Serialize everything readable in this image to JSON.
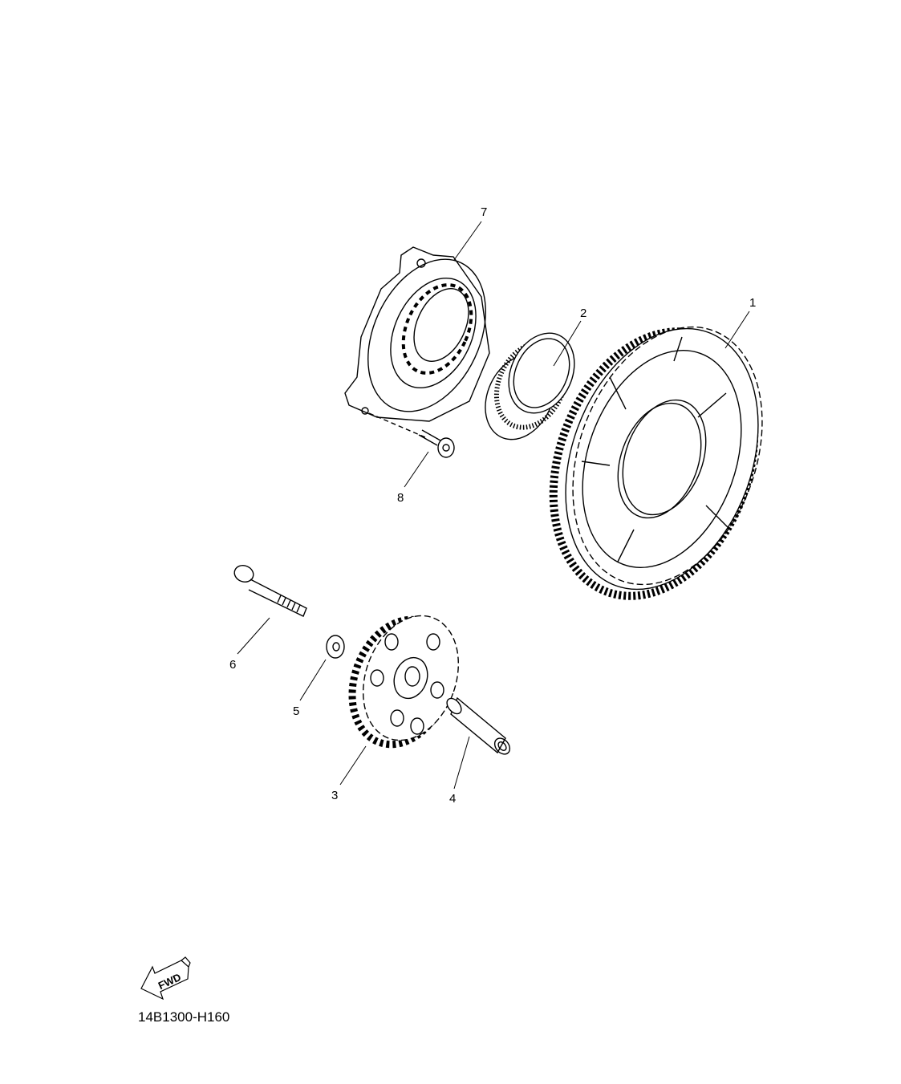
{
  "diagram_code": "14B1300-H160",
  "fwd_arrow": {
    "label": "FWD",
    "icon": "forward-direction-arrow-icon"
  },
  "callouts": [
    {
      "number": "1",
      "part": "gear-1"
    },
    {
      "number": "2",
      "part": "bearing-2"
    },
    {
      "number": "3",
      "part": "gear-3"
    },
    {
      "number": "4",
      "part": "shaft-4"
    },
    {
      "number": "5",
      "part": "washer-5"
    },
    {
      "number": "6",
      "part": "bolt-6"
    },
    {
      "number": "7",
      "part": "clutch-housing-7"
    },
    {
      "number": "8",
      "part": "bolt-8"
    }
  ],
  "colors": {
    "line": "#000000",
    "background": "#ffffff"
  }
}
